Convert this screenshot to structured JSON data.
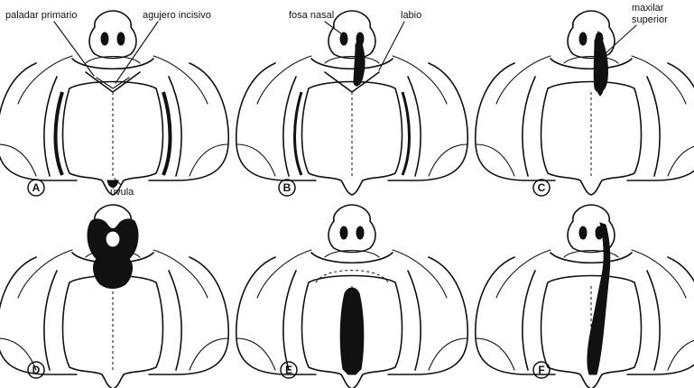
{
  "labels": {
    "primary_palate": "paladar primario",
    "incisive_foramen": "agujero incisivo",
    "uvula": "úvula",
    "nasal_fossa": "fosa nasal",
    "lip": "labio",
    "upper_maxilla_line1": "maxilar",
    "upper_maxilla_line2": "superior"
  },
  "panels": [
    {
      "id": "A",
      "letter": "A"
    },
    {
      "id": "B",
      "letter": "B"
    },
    {
      "id": "C",
      "letter": "C"
    },
    {
      "id": "D",
      "letter": "D"
    },
    {
      "id": "E",
      "letter": "E"
    },
    {
      "id": "F",
      "letter": "F"
    }
  ]
}
